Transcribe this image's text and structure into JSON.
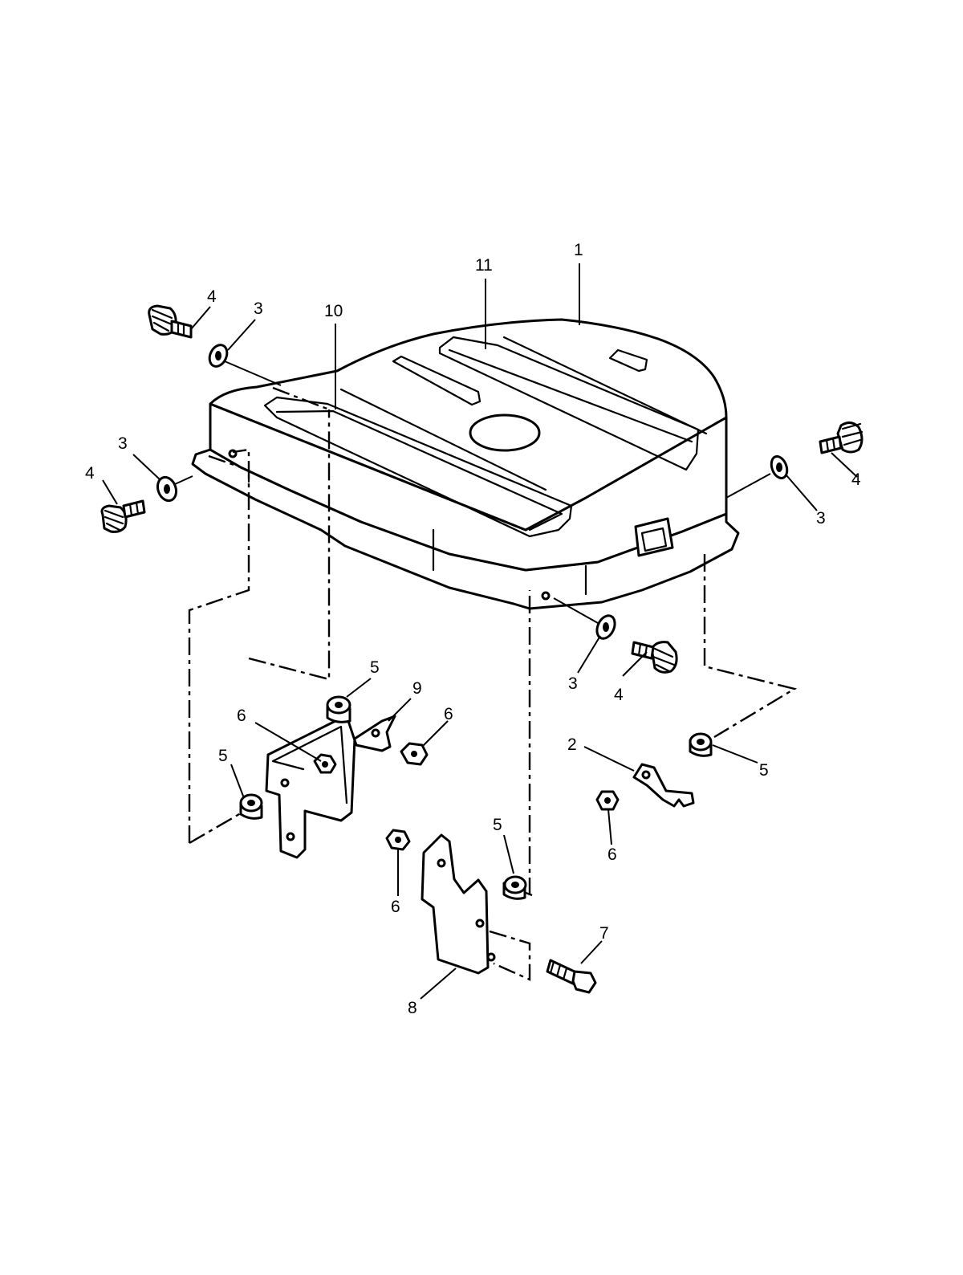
{
  "callouts": [
    {
      "id": "c-1",
      "text": "1"
    },
    {
      "id": "c-11",
      "text": "11"
    },
    {
      "id": "c-10",
      "text": "10"
    },
    {
      "id": "c-4a",
      "text": "4"
    },
    {
      "id": "c-3a",
      "text": "3"
    },
    {
      "id": "c-3b",
      "text": "3"
    },
    {
      "id": "c-4b",
      "text": "4"
    },
    {
      "id": "c-4c",
      "text": "4"
    },
    {
      "id": "c-3c",
      "text": "3"
    },
    {
      "id": "c-3d",
      "text": "3"
    },
    {
      "id": "c-4d",
      "text": "4"
    },
    {
      "id": "c-5a",
      "text": "5"
    },
    {
      "id": "c-9",
      "text": "9"
    },
    {
      "id": "c-6a",
      "text": "6"
    },
    {
      "id": "c-6b",
      "text": "6"
    },
    {
      "id": "c-5b",
      "text": "5"
    },
    {
      "id": "c-2",
      "text": "2"
    },
    {
      "id": "c-5c",
      "text": "5"
    },
    {
      "id": "c-6c",
      "text": "6"
    },
    {
      "id": "c-5d",
      "text": "5"
    },
    {
      "id": "c-6d",
      "text": "6"
    },
    {
      "id": "c-7",
      "text": "7"
    },
    {
      "id": "c-8",
      "text": "8"
    }
  ]
}
